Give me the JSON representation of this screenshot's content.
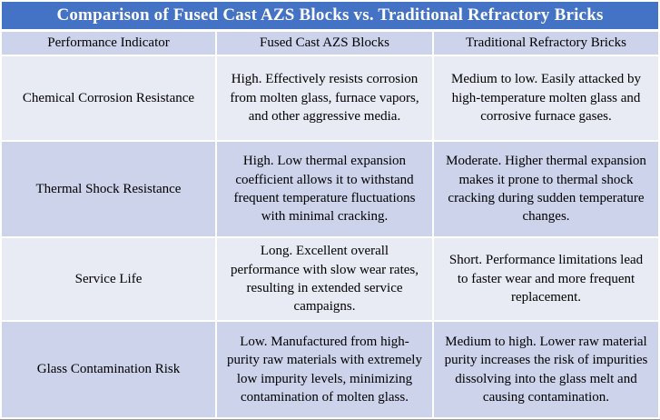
{
  "title": "Comparison of Fused Cast AZS Blocks vs. Traditional Refractory Bricks",
  "columns": [
    "Performance Indicator",
    "Fused Cast AZS Blocks",
    "Traditional Refractory Bricks"
  ],
  "rows": [
    {
      "indicator": "Chemical Corrosion Resistance",
      "azs": "High. Effectively resists corrosion from molten glass, furnace vapors, and other aggressive media.",
      "traditional": "Medium to low. Easily attacked by high-temperature molten glass and corrosive furnace gases."
    },
    {
      "indicator": "Thermal Shock Resistance",
      "azs": "High. Low thermal expansion coefficient allows it to withstand frequent temperature fluctuations with minimal cracking.",
      "traditional": "Moderate. Higher thermal expansion makes it prone to thermal shock cracking during sudden temperature changes."
    },
    {
      "indicator": "Service Life",
      "azs": "Long. Excellent overall performance with slow wear rates, resulting in extended service campaigns.",
      "traditional": "Short. Performance limitations lead to faster wear and more frequent replacement."
    },
    {
      "indicator": "Glass Contamination Risk",
      "azs": "Low. Manufactured from high-purity raw materials with extremely low impurity levels, minimizing contamination of molten glass.",
      "traditional": "Medium to high. Lower raw material purity increases the risk of impurities dissolving into the glass melt and causing contamination."
    }
  ],
  "colors": {
    "title_bar": "#4472c4",
    "title_text": "#ffffff",
    "header_row_bg": "#ccd3ea",
    "row_light_bg": "#e8eaf4",
    "row_dark_bg": "#ccd3ea",
    "gridline": "#ffffff",
    "body_text": "#000000",
    "outer_border": "#9b9b9b"
  }
}
